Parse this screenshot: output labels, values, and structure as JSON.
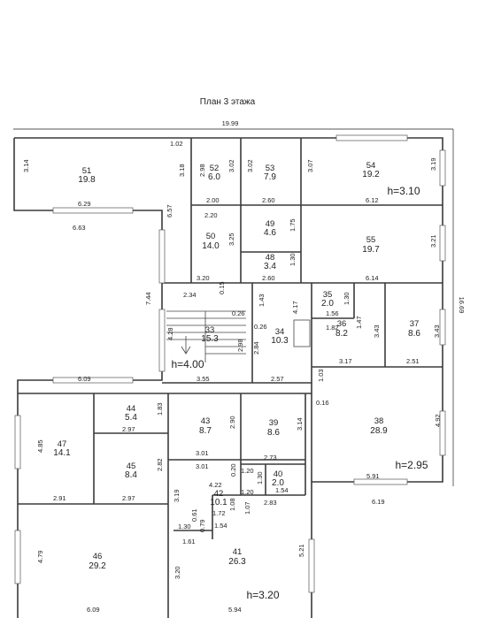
{
  "title": "План 3 этажа",
  "overall_width": "19.99",
  "overall_height": "16.69",
  "rooms": [
    {
      "num": "51",
      "area": "19.8"
    },
    {
      "num": "52",
      "area": "6.0"
    },
    {
      "num": "53",
      "area": "7.9"
    },
    {
      "num": "54",
      "area": "19.2"
    },
    {
      "num": "49",
      "area": "4.6"
    },
    {
      "num": "55",
      "area": "19.7"
    },
    {
      "num": "50",
      "area": "14.0"
    },
    {
      "num": "48",
      "area": "3.4"
    },
    {
      "num": "35",
      "area": "2.0"
    },
    {
      "num": "33",
      "area": "15.3"
    },
    {
      "num": "34",
      "area": "10.3"
    },
    {
      "num": "36",
      "area": "8.2"
    },
    {
      "num": "37",
      "area": "8.6"
    },
    {
      "num": "44",
      "area": "5.4"
    },
    {
      "num": "43",
      "area": "8.7"
    },
    {
      "num": "39",
      "area": "8.6"
    },
    {
      "num": "38",
      "area": "28.9"
    },
    {
      "num": "47",
      "area": "14.1"
    },
    {
      "num": "45",
      "area": "8.4"
    },
    {
      "num": "40",
      "area": "2.0"
    },
    {
      "num": "42",
      "area": "10.1"
    },
    {
      "num": "46",
      "area": "29.2"
    },
    {
      "num": "41",
      "area": "26.3"
    }
  ],
  "heights": [
    "h=3.10",
    "h=4.00",
    "h=2.95",
    "h=3.20"
  ],
  "dims": [
    "3.14",
    "6.29",
    "6.63",
    "1.02",
    "3.18",
    "2.98",
    "3.02",
    "3.02",
    "3.07",
    "3.19",
    "6.57",
    "2.20",
    "2.00",
    "2.60",
    "6.12",
    "3.25",
    "1.75",
    "3.21",
    "3.20",
    "2.60",
    "1.30",
    "6.14",
    "7.44",
    "2.34",
    "0.15",
    "1.43",
    "4.17",
    "1.30",
    "1.47",
    "1.56",
    "0.26",
    "0.26",
    "1.82",
    "3.43",
    "3.43",
    "4.28",
    "2.98",
    "2.84",
    "3.17",
    "2.51",
    "6.09",
    "3.55",
    "2.57",
    "1.03",
    "0.16",
    "1.83",
    "2.90",
    "3.14",
    "4.92",
    "2.97",
    "4.85",
    "2.82",
    "3.01",
    "2.73",
    "3.01",
    "0.20",
    "1.20",
    "1.30",
    "2.91",
    "2.97",
    "4.22",
    "1.20",
    "1.54",
    "3.19",
    "1.08",
    "1.07",
    "2.83",
    "5.91",
    "6.19",
    "1.72",
    "0.61",
    "1.30",
    "0.79",
    "1.54",
    "1.61",
    "4.79",
    "5.21",
    "3.20",
    "6.09",
    "5.94"
  ]
}
